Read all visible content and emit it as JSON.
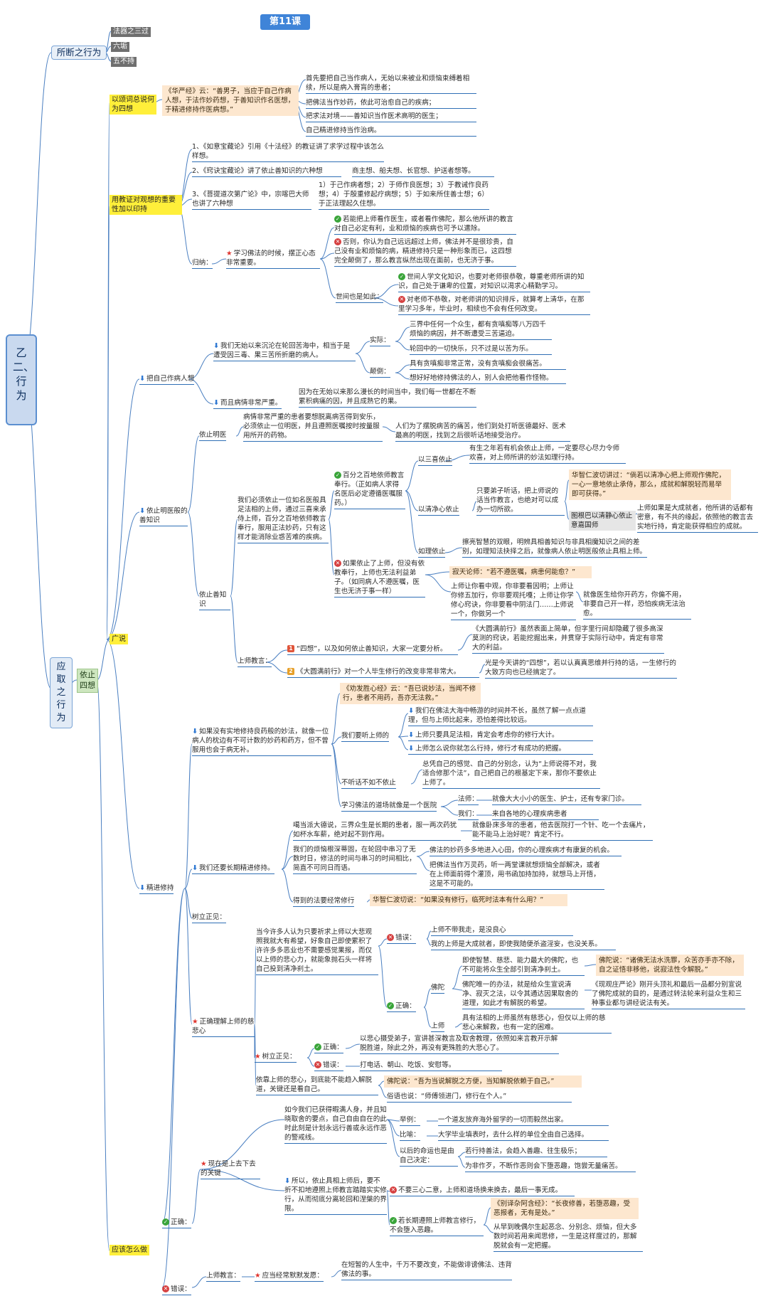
{
  "header": {
    "title": "第11课"
  },
  "roots": {
    "r1": "乙二、行为",
    "r2": "应取之行为",
    "l1": "所断之行为",
    "l2": "依止四想",
    "l3": "广说",
    "l4": "应该怎么做"
  },
  "n": {
    "a1": "法器之三过",
    "a2": "六垢",
    "a3": "五不持",
    "b1": "以颂词总说何为四想",
    "b2": "《华严经》云：“善男子，当应于自己作病人想，于法作妙药想，于善知识作名医想，于精进修持作医病想。”",
    "b3": "首先要把自己当作病人，无始以来被业和烦恼束缚着相续，所以是病入膏肓的患者；",
    "b4": "把佛法当作妙药，依此可治愈自己的疾病；",
    "b5": "把求法对境——善知识当作医术高明的医生；",
    "b6": "自己精进修持当作治病。",
    "c1": "用教证对观想的重要性加以印持",
    "c2": "1、《如意宝藏论》引用《十法经》的教证讲了求学过程中该怎么样想。",
    "c3": "2、《窍诀宝藏论》讲了依止善知识的六种想",
    "c4": "商主想、船夫想、长官想、护送者想等。",
    "c5": "3、《菩提道次第广论》中，宗喀巴大师也讲了六种想",
    "c6": "1）于己作病者想；2）于师作良医想；3）于教诫作良药想；4）于殷重修起疗病想；5）于如来所住善士想；6）于正法理起久住想。",
    "c7": "归纳：",
    "c8": "学习佛法的时候，摆正心态非常重要。",
    "c9": "若能把上师看作医生，或者看作佛陀，那么他所讲的教言对自己必定有利，业和烦恼的疾病也可予以遣除。",
    "c10": "否则，你认为自己远远超过上师，佛法并不是很珍贵，自己没有业和烦恼的病，精进修持只是一种形象而已，这四想完全颠倒了，那么教言纵然出现在面前，也无济于事。",
    "c11": "世间也是如此：",
    "c12": "世间人学文化知识，也要对老师很恭敬，尊重老师所讲的知识，自己处于谦卑的位置，对知识以渴求心精勤学习。",
    "c13": "对老师不恭敬，对老师讲的知识排斥，就算考上清华，在那里学习多年，毕业时，相续也不会有任何改变。",
    "d1": "把自己作病人想",
    "d2": "我们无始以来沉沦在轮回苦海中，相当于是遭受因三毒、果三苦所折磨的病人。",
    "d3": "实际：",
    "d4": "三界中任何一个众生，都有贪嗔痴等八万四千烦恼的病因，并不断遭受三苦逼迫。",
    "d5": "轮回中的一切快乐，只不过是以苦为乐。",
    "d6": "颠倒：",
    "d7": "具有贪嗔痴非常正常，没有贪嗔痴会很痛苦。",
    "d8": "想好好地修持佛法的人，别人会把他看作怪物。",
    "d9": "而且病情非常严重。",
    "d10": "因为在无始以来那么漫长的时间当中，我们每一世都在不断累积病痛的因，并且成熟它的果。",
    "e1": "依止明医",
    "e2": "病情非常严重的患者要想脱离病苦得到安乐，必须依止一位明医，并且遵照医嘱按时按量服用所开的药物。",
    "e3": "人们为了摆脱病苦的痛苦，他们到处打听医德最好、医术最高的明医，找到之后很听话地接受治疗。",
    "e4": "依止明医般的善知识",
    "e5": "依止善知识",
    "e6": "我们必须依止一位如名医般具足法相的上师，通过三喜来承侍上师，百分之百地依师教言奉行，服用正法妙药，只有这样才能消除业惑苦难的疾病。",
    "e7": "百分之百地依师教言奉行。（正如病人求得名医后必定遵循医嘱服药。）",
    "e8": "以三喜依止",
    "e9": "有生之年若有机会依止上师，一定要尽心尽力令师欢喜，对上师所讲的妙法如理行持。",
    "e10": "以清净心依止",
    "e11": "只要弟子听话，把上师说的话当作教言，也绝对可以成办一切所欲。",
    "e12": "华智仁波切讲过：“倘若以清净心把上师观作佛陀，一心一意地依止承侍，那么，成就和解脱轻而易举即可获得。”",
    "e13": "图根巴以清静心依止意嘉国师",
    "e14": "上师如果是大成就者，他所讲的话都有密意，有不共的缘起，依照他的教言去实地行持，肯定能获得相应的成就。",
    "e15": "如理依止",
    "e16": "擦亮智慧的双眼，明辨具相善知识与非具相魔知识之间的差别，如理知法抉择之后，就像病人依止明医般依止具相上师。",
    "e17": "如果依止了上师，但没有依教奉行，上师也无法利益弟子。（如同病人不遵医嘱，医生也无济于事一样）",
    "e18": "寂天论师：“若不遵医嘱，病患何能愈？”",
    "e19": "上师让你看中观，你非要看因明；上师让你修五加行，你非要观托嘎；上师让你学修心窍诀，你非要看中阴法门……上师说一个，你做另一个",
    "e20": "就像医生给你开药方，你偏不用，非要自己开一样，恐怕疾病无法治愈。",
    "e21": "上师教言：",
    "e22": "“四想”，以及如何依止善知识，大家一定要分析。",
    "e23": "《大圆满前行》虽然表面上简单，但字里行间却隐藏了很多高深莫测的窍诀，若能挖掘出来，并贯穿于实际行动中，肯定有非常大的利益。",
    "e24": "《大圆满前行》对一个人毕生修行的改变非常非常大。",
    "e25": "光是今天讲的“四想”，若以认真真思维并行持的话，一生修行的大致方向也已经搞定了。",
    "f1": "精进修持",
    "f2": "如果没有实地修持良药般的妙法，就像一位病人的枕边有不可计数的妙药和药方，但不曾服用也会于病无补。",
    "f3": "《劝发胜心经》云：“吾已说妙法，当闻不修行，患者不用药，吾亦无法救。”",
    "f4": "我们要听上师的",
    "f5": "我们在佛法大海中畅游的时间并不长，虽然了解一点点道理，但与上师比起来，恐怕差得比较远。",
    "f6": "上师只要具足法相，肯定会考虑你的修行大计。",
    "f7": "上师怎么说你就怎么行持，修行才有成功的把握。",
    "f8": "不听话不如不依止",
    "f9": "总凭自己的感觉、自己的分别念，认为“上师说得不对，我适合修那个法”，自己把自己的根基定下来，那你不要依止上师了。",
    "f10": "学习佛法的道场就像是一个医院",
    "f11": "法师：",
    "f12": "就像大大小小的医生、护士，还有专家门诊。",
    "f13": "我们：",
    "f14": "来自各地的心理疾病患者",
    "g1": "我们还要长期精进修持。",
    "g2": "噶当派大德说，三界众生是长期的患者，服一两次药犹如杯水车薪，绝对起不到作用。",
    "g3": "就像卧床多年的患者，他去医院打一个针、吃一个去痛片，能不能马上治好呢？肯定不行。",
    "g4": "我们的烦恼根深蒂固，在轮回中串习了无数时日，修法的时间与串习的时间相比，简直不可同日而语。",
    "g5": "佛法的妙药多多地进入心田，你的心理疾病才有康复的机会。",
    "g6": "把佛法当作万灵药，听一两堂课就想烦恼全部解决，或者在上师面前得个灌顶，用书函加持加持，就想马上开悟，这是不可能的。",
    "g7": "得到的法要经常修行",
    "g8": "华智仁波切说：“如果没有修行，临死时法本有什么用？”",
    "h1": "树立正见：",
    "h2": "当今许多人认为只要祈求上师以大悲观照我就大有希望，好象自己即使累积了许许多多恶业也不需要感觉果报，而仅以上师的悲心力，就能象抛石头一样将自己投到清净刹土。",
    "h3": "正确理解上师的慈悲心",
    "h4": "错误：",
    "h5": "上师不带我走，是没良心",
    "h6": "我的上师是大成就者，即使我随便杀盗淫妄，也没关系。",
    "h7": "正确：",
    "h8": "佛陀",
    "h9": "即使智慧、慈悲、能力最大的佛陀，也不可能将众生全部引到清净刹土。",
    "h10": "佛陀说：“诸佛无法水洗罪，众苦亦手亦不除，自之证悟非移他，说寂法性令解脱。”",
    "h11": "佛陀唯一的办法，就是给众生宣说清净、寂灭之法，以令其通达因果取舍的道理，如此才有解脱的希望。",
    "h12": "《现观庄严论》刚开头顶礼和最后一品都分别宣说了佛陀成就的目的，是通过转法轮来利益众生和三种事业都与讲经说法有关。",
    "h13": "上师",
    "h14": "具有法相的上师虽然有慈悲心，但仅以上师的慈悲心来解救，也有一定的困难。",
    "h15": "树立正见：",
    "h16": "正确：",
    "h17": "以悲心摄受弟子，宣讲甚深教言及取舍教理，依照如来言教开示解脱胜道，除此之外，再没有更殊胜的大悲心了。",
    "h18": "错误：",
    "h19": "打电话、朝山、吃饭、安慰等。",
    "h20": "依靠上师的悲心，到底能不能趋入解脱道，关键还是看自己。",
    "h21": "佛陀说：“吾为当说解脱之方便，当知解脱依赖于自己。”",
    "h22": "俗语也说：“师傅领进门，修行在个人。”",
    "i1": "正确：",
    "i2": "现在是上去下去的关键",
    "i3": "如今我们已获得暇满人身，并且知晓取舍的要点，自己自由自在的此时此刻是计划永远行善或永远作恶的警戒线。",
    "i4": "举例：",
    "i5": "一个道友放弃海外留学的一切而毅然出家。",
    "i6": "比喻：",
    "i7": "大学毕业填表时，去什么样的单位全由自己选择。",
    "i8": "以后的命运也是由自己决定：",
    "i9": "若行持善法，会趋入善趣、往生极乐；",
    "i10": "为非作歹，不断作恶则会下堕恶趣，饱尝无量痛苦。",
    "i11": "所以，依止具相上师后，要不折不扣地遵照上师教言踏踏实实修行，从而彻底分离轮回和涅槃的界限。",
    "i12": "不要三心二意，上师和道场换来换去，最后一事无成。",
    "i13": "若长期遵照上师教言修行，不会堕入恶趣。",
    "i14": "《别译杂阿含经》：“长夜修善，若堕恶趣，受恶报者，无有是处。”",
    "i15": "从早到晚偶尔生起恶念、分别念、烦恼，但大多数时间若用来闻思修，一生是这样度过的，那解脱就会有一定把握。",
    "i16": "上师教言：",
    "i17": "应当经常默默发愿：",
    "i18": "在短暂的人生中，千万不要改变，不能做诽谤佛法、违背佛法的事。",
    "i19": "错误："
  }
}
